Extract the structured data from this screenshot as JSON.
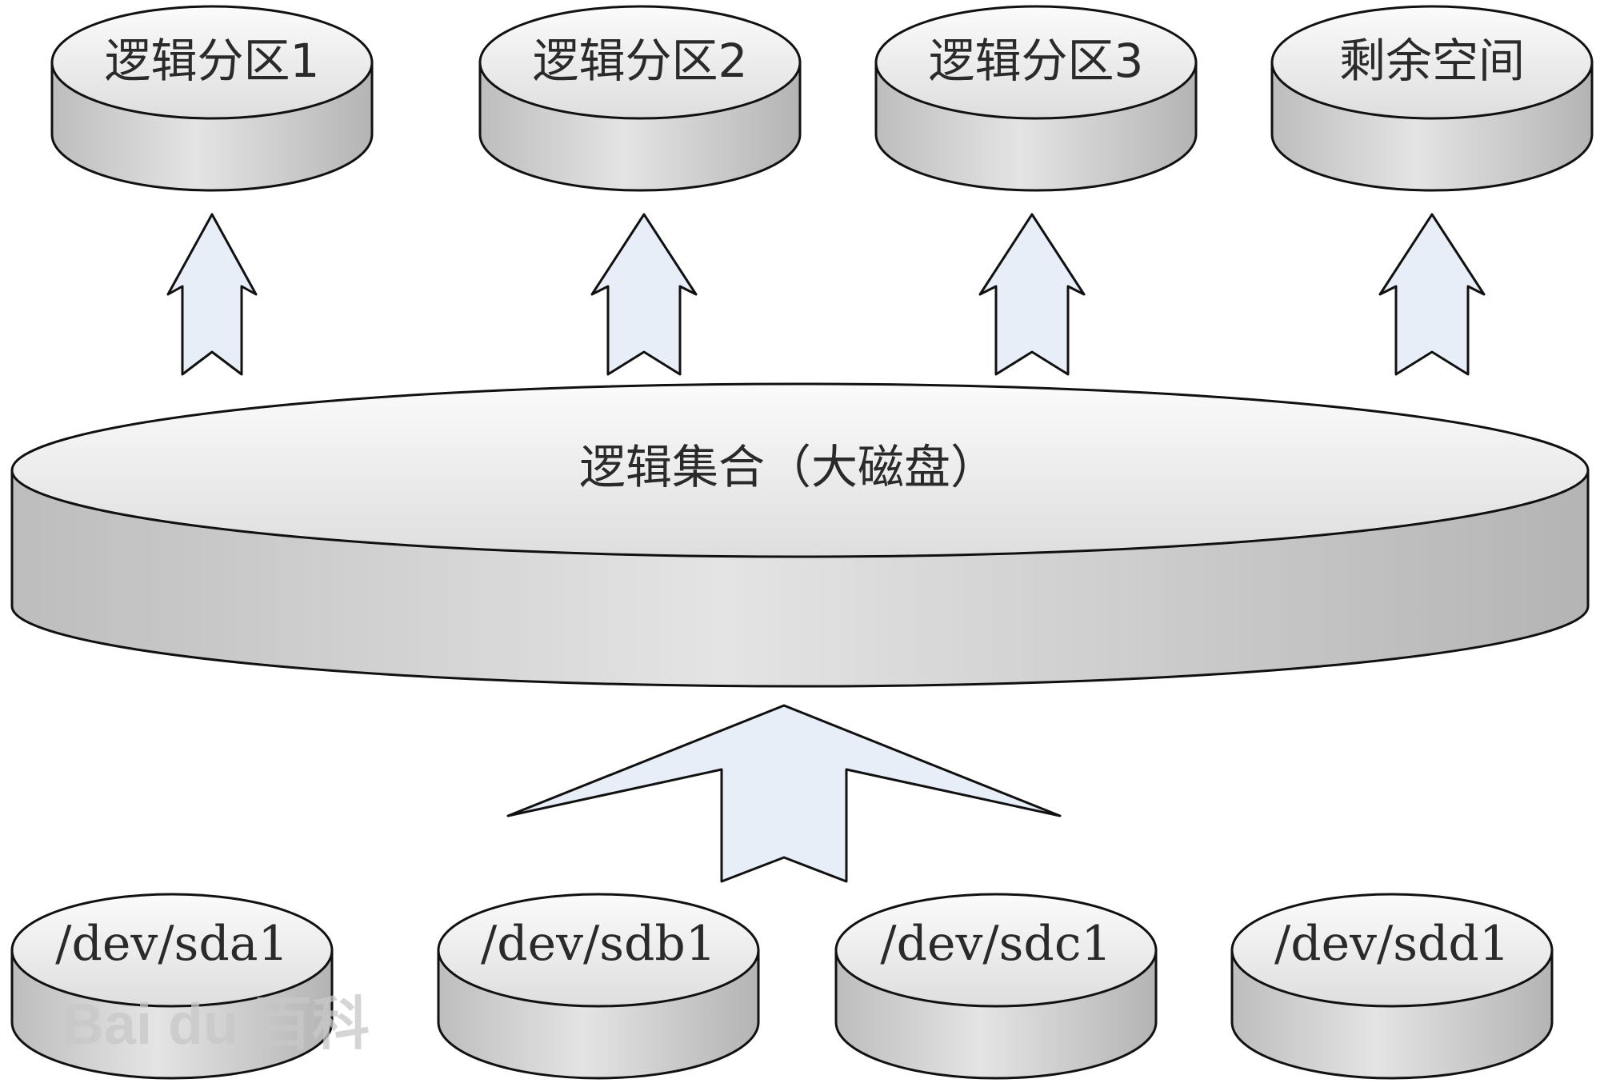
{
  "partitions": [
    {
      "label": "逻辑分区1"
    },
    {
      "label": "逻辑分区2"
    },
    {
      "label": "逻辑分区3"
    },
    {
      "label": "剩余空间"
    }
  ],
  "volume_group": {
    "label": "逻辑集合（大磁盘）"
  },
  "devices": [
    {
      "label": "/dev/sda1"
    },
    {
      "label": "/dev/sdb1"
    },
    {
      "label": "/dev/sdc1"
    },
    {
      "label": "/dev/sdd1"
    }
  ],
  "watermark": {
    "text": "Bai du 百科"
  },
  "colors": {
    "disk_top": "#f6f6f6",
    "disk_side": "#c8c8c8",
    "arrow_fill": "#e8eef8",
    "stroke": "#111111"
  }
}
